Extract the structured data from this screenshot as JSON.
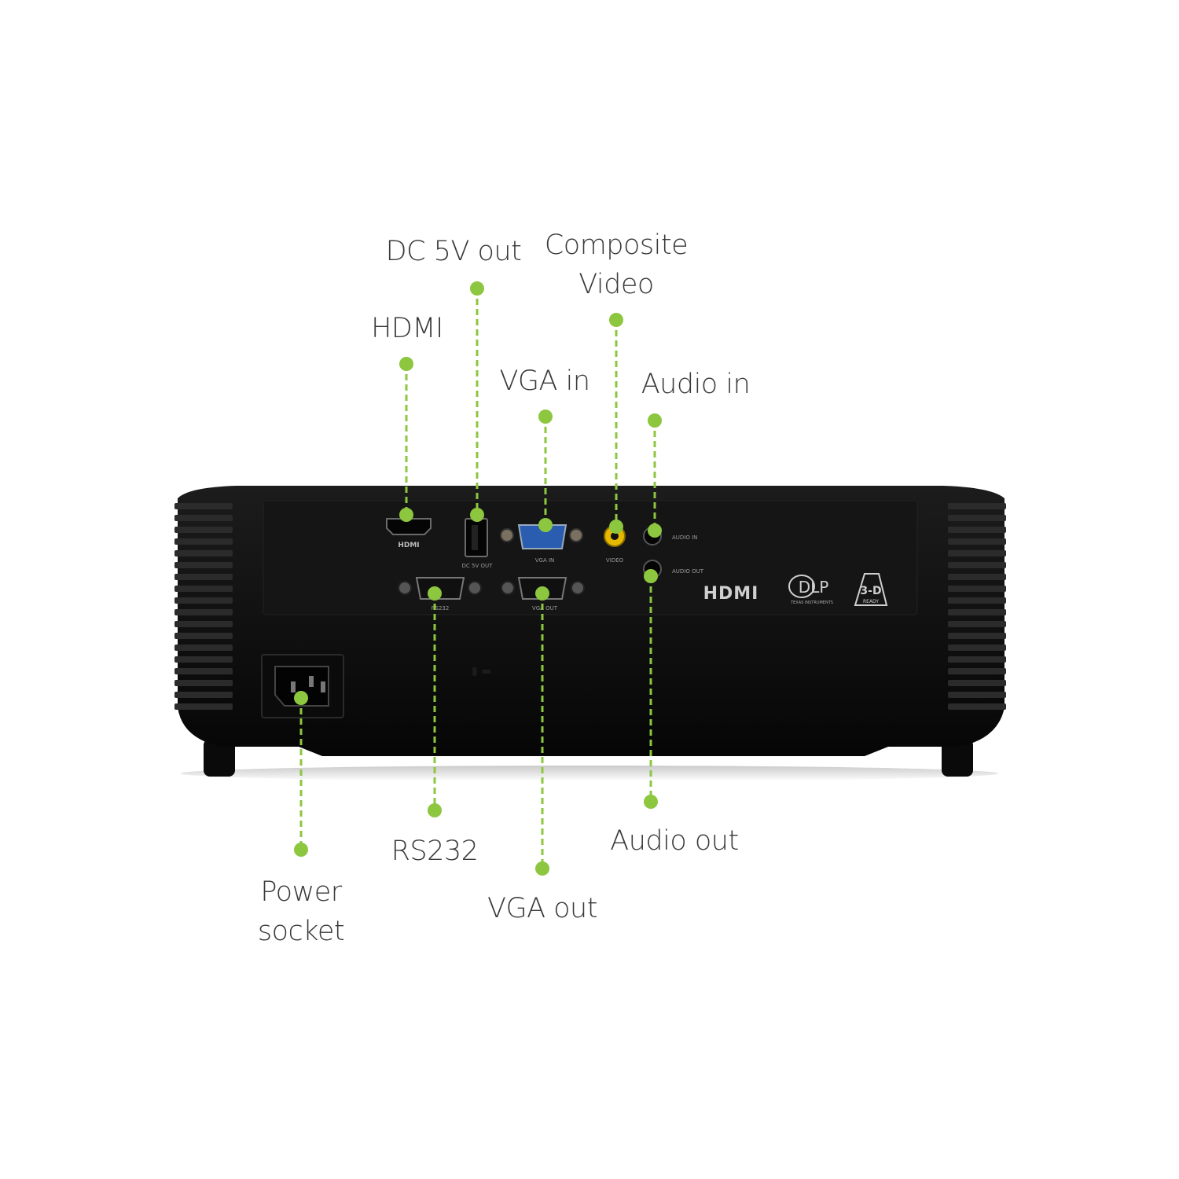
{
  "colors": {
    "accent": "#8dc63f",
    "body": "#111111",
    "text": "#3a3a3a",
    "vga_in_port": "#2a5db0",
    "composite_port": "#e6b800"
  },
  "callouts": {
    "dc5v": "DC 5V out",
    "composite_l1": "Composite",
    "composite_l2": "Video",
    "hdmi": "HDMI",
    "vga_in": "VGA in",
    "audio_in": "Audio in",
    "rs232": "RS232",
    "audio_out": "Audio out",
    "power_l1": "Power",
    "power_l2": "socket",
    "vga_out": "VGA out"
  },
  "panel_labels": {
    "hdmi": "HDMI",
    "dc_5v_out": "DC 5V OUT",
    "vga_in": "VGA IN",
    "video": "VIDEO",
    "audio_in": "AUDIO IN",
    "audio_out": "AUDIO OUT",
    "rs232": "RS232",
    "vga_out": "VGA OUT"
  },
  "logos": {
    "hdmi": "HDMI",
    "dlp": "DLP",
    "dlp_sub": "TEXAS INSTRUMENTS",
    "threed": "3-D",
    "threed_sub": "READY"
  }
}
